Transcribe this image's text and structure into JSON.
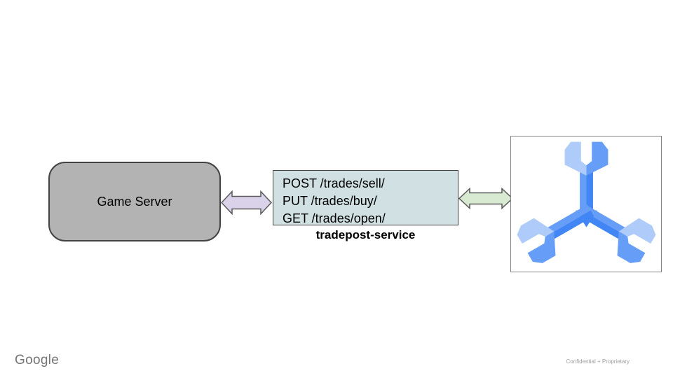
{
  "diagram": {
    "game_server": {
      "label": "Game Server"
    },
    "service": {
      "endpoints": [
        "POST /trades/sell/",
        "PUT /trades/buy/",
        "GET /trades/open/"
      ],
      "name": "tradepost-service"
    },
    "spanner_icon_name": "cloud-spanner-icon"
  },
  "footer": {
    "brand": "Google",
    "note": "Confidential + Proprietary"
  },
  "colors": {
    "game_server_fill": "#b3b3b3",
    "service_fill": "#d0e0e3",
    "arrow_left_fill": "#d9d2e9",
    "arrow_right_fill": "#d9ead3",
    "shape_stroke": "#595959",
    "icon_light": "#aecbfa",
    "icon_medium": "#669df6",
    "icon_dark": "#4285f4"
  }
}
